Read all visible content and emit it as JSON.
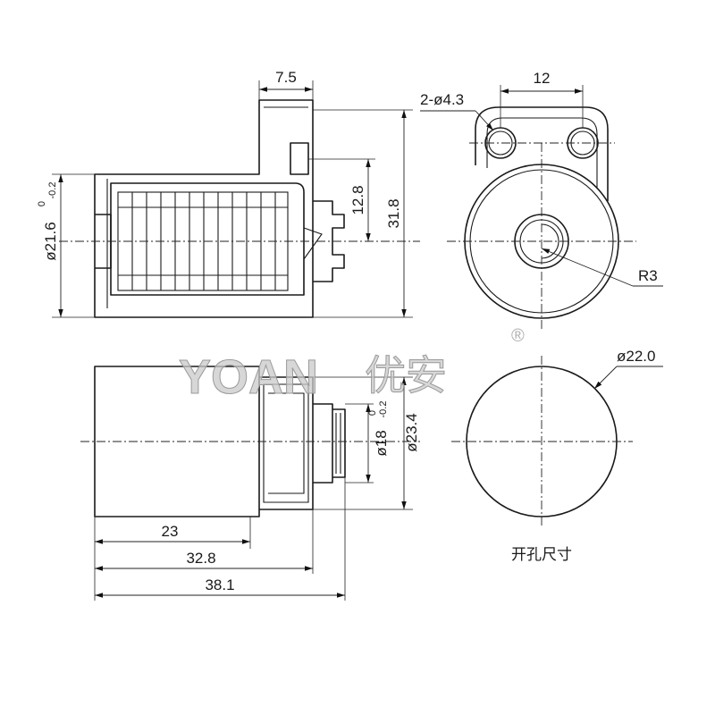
{
  "dimensions": {
    "top_width": "7.5",
    "hole_spacing": "12",
    "hole_callout": "2-ø4.3",
    "left_diameter": "ø21.6",
    "left_diameter_tol_upper": "0",
    "left_diameter_tol_lower": "-0.2",
    "inner_height": "12.8",
    "total_height": "31.8",
    "radius": "R3",
    "cutout_diameter": "ø22.0",
    "nut_diameter": "ø18",
    "nut_diameter_tol_upper": "0",
    "nut_diameter_tol_lower": "-0.2",
    "outer_diameter": "ø23.4",
    "len_23": "23",
    "len_32_8": "32.8",
    "len_38_1": "38.1"
  },
  "labels": {
    "cutout_size": "开孔尺寸"
  },
  "watermark": {
    "brand": "YOAN",
    "brand_cn": "优安",
    "registered": "®"
  }
}
